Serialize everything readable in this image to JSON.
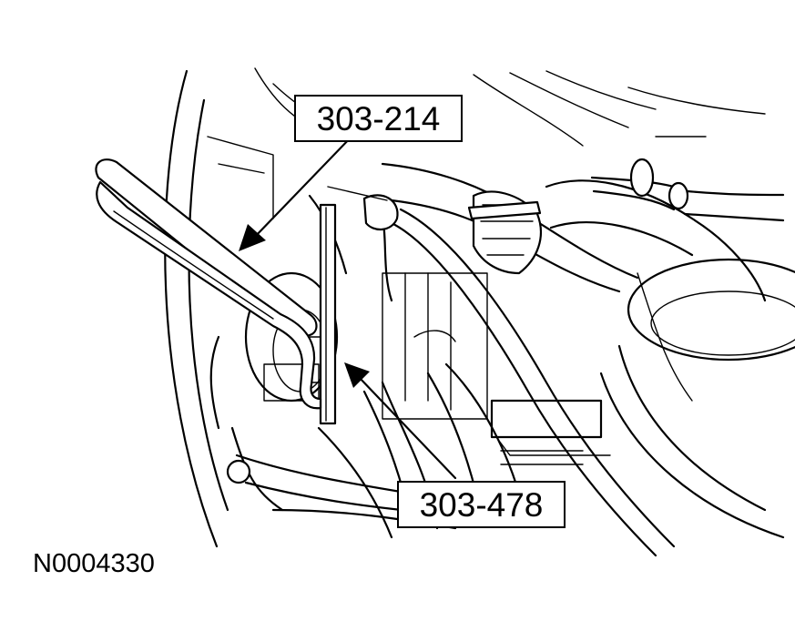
{
  "callouts": {
    "top_tool_number": "303-214",
    "bottom_tool_number": "303-478"
  },
  "figure_id": "N0004330",
  "colors": {
    "line": "#000000",
    "background": "#ffffff"
  }
}
